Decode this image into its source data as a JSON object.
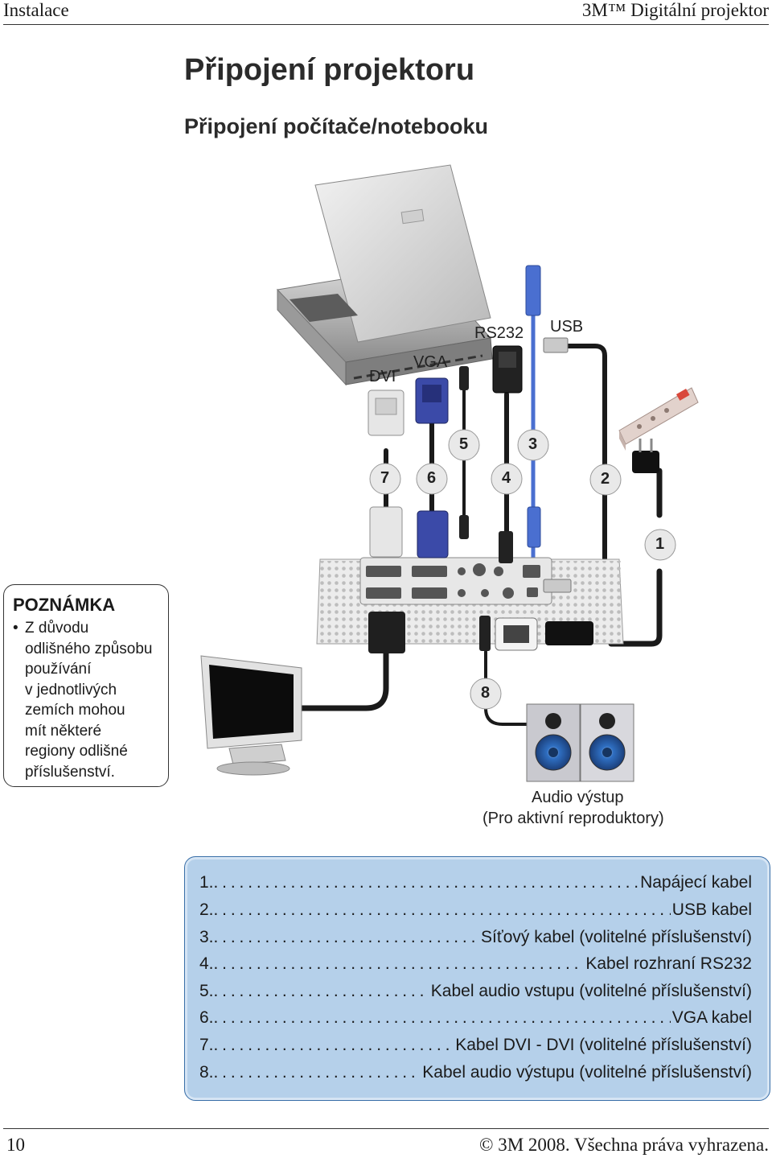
{
  "header": {
    "section": "Instalace",
    "product": "3M™ Digitální projektor"
  },
  "title": "Připojení projektoru",
  "subtitle": "Připojení počítače/notebooku",
  "note": {
    "heading": "POZNÁMKA",
    "bullet": "•",
    "lines": [
      "Z důvodu",
      "odlišného způsobu",
      "používání",
      "v jednotlivých",
      "zemích mohou",
      "mít některé",
      "regiony odlišné",
      "příslušenství."
    ]
  },
  "diagram": {
    "port_labels": {
      "dvi": "DVI",
      "vga": "VGA",
      "rs232": "RS232",
      "usb": "USB"
    },
    "callouts": [
      "1",
      "2",
      "3",
      "4",
      "5",
      "6",
      "7",
      "8"
    ],
    "audio_caption_1": "Audio výstup",
    "audio_caption_2": "(Pro aktivní reproduktory)",
    "colors": {
      "vga_blue": "#3b4aa8",
      "lan_blue": "#4a6fd0",
      "cable": "#1a1a1a",
      "speaker_blue": "#2f6fc2"
    }
  },
  "legend": {
    "items": [
      {
        "num": "1.",
        "text": "Napájecí kabel"
      },
      {
        "num": "2.",
        "text": "USB kabel"
      },
      {
        "num": "3.",
        "text": "Síťový kabel (volitelné příslušenství)"
      },
      {
        "num": "4.",
        "text": "Kabel rozhraní RS232"
      },
      {
        "num": "5.",
        "text": "Kabel audio vstupu (volitelné příslušenství)"
      },
      {
        "num": "6.",
        "text": "VGA kabel"
      },
      {
        "num": "7.",
        "text": "Kabel DVI - DVI (volitelné příslušenství)"
      },
      {
        "num": "8.",
        "text": "Kabel audio výstupu (volitelné příslušenství)"
      }
    ]
  },
  "footer": {
    "page": "10",
    "copyright": "© 3M 2008. Všechna práva vyhrazena."
  }
}
